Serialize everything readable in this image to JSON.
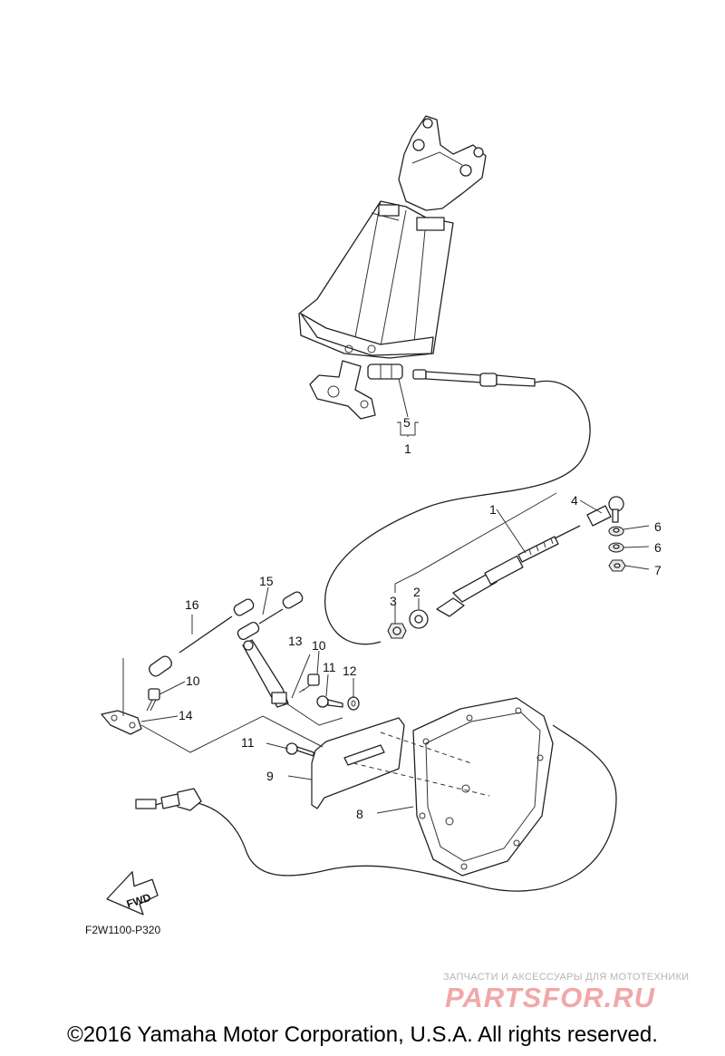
{
  "diagram": {
    "callouts": {
      "c1_top": "1",
      "c5": "5",
      "c1": "1",
      "c2": "2",
      "c3": "3",
      "c4": "4",
      "c6a": "6",
      "c6b": "6",
      "c7": "7",
      "c8": "8",
      "c9": "9",
      "c10a": "10",
      "c10b": "10",
      "c11a": "11",
      "c11b": "11",
      "c12": "12",
      "c13": "13",
      "c14": "14",
      "c15": "15",
      "c16": "16"
    },
    "fwd_label": "FWD",
    "diagram_code": "F2W1100-P320"
  },
  "watermark": {
    "tagline": "ЗАПЧАСТИ И АКСЕССУАРЫ ДЛЯ МОТОТЕХНИКИ",
    "brand": "PARTSFOR.RU"
  },
  "footer": {
    "copyright": "©2016 Yamaha Motor Corporation, U.S.A. All rights reserved."
  }
}
